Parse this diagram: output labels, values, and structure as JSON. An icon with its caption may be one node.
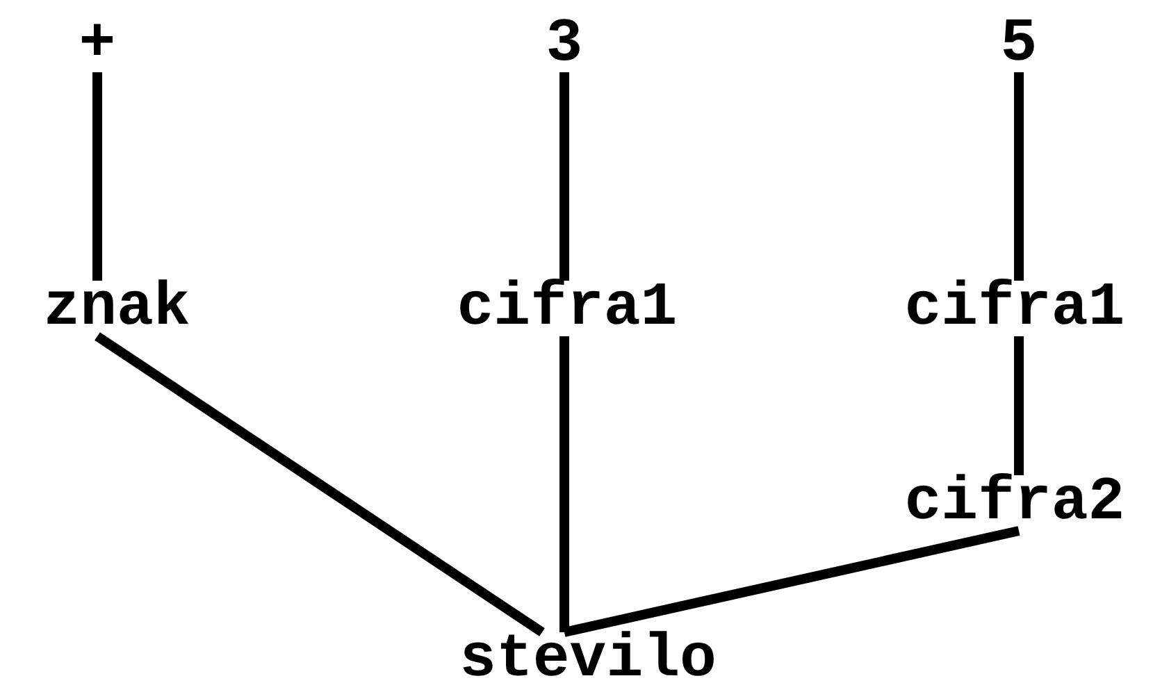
{
  "diagram": {
    "nodes": [
      {
        "text": [
          "+"
        ]
      },
      {
        "text": [
          "3"
        ]
      },
      {
        "text": [
          "5"
        ]
      },
      {
        "text": [
          "znak"
        ]
      },
      {
        "text": [
          "cifra1"
        ]
      },
      {
        "text": [
          "cifra1"
        ]
      },
      {
        "text": [
          "cifra2"
        ]
      },
      {
        "text": [
          "stevilo"
        ]
      }
    ],
    "edges": [
      {
        "from": 0,
        "to": 3,
        "arrow": "none"
      },
      {
        "from": 1,
        "to": 4,
        "arrow": "none"
      },
      {
        "from": 2,
        "to": 5,
        "arrow": "none"
      },
      {
        "from": 5,
        "to": 6,
        "arrow": "none"
      },
      {
        "from": 7,
        "to": 3,
        "arrow": "none"
      },
      {
        "from": 7,
        "to": 4,
        "arrow": "none"
      },
      {
        "from": 7,
        "to": 6,
        "arrow": "none"
      }
    ]
  }
}
